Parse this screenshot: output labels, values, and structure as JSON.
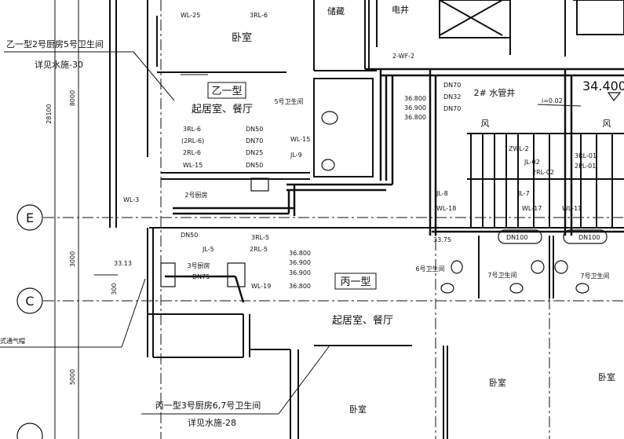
{
  "drawing": {
    "grid_axes": [
      "E",
      "C"
    ],
    "dimensions": {
      "total": "28100",
      "d1": "8000",
      "d2": "3000",
      "d3": "5000",
      "d4": "300"
    },
    "elevations": {
      "roof": "34.400",
      "e1": "33.13",
      "e2": "33.75"
    },
    "rooms": {
      "bedroom_top": "卧室",
      "storage": "储藏",
      "elec_shaft": "电井",
      "type_b": "乙一型",
      "living_b": "起居室、餐厅",
      "bath5": "5号卫生间",
      "kitchen2": "2号厨房",
      "kitchen3": "3号厨房",
      "type_c": "丙一型",
      "living_c": "起居室、餐厅",
      "bath6": "6号卫生间",
      "bath7a": "7号卫生间",
      "bath7b": "7号卫生间",
      "bedroom_c1": "卧室",
      "bedroom_c2": "卧室",
      "bedroom_c3": "卧室",
      "water_shaft": "2# 水管井",
      "wind1": "风",
      "wind2": "风"
    },
    "notes": {
      "ref_b_title": "乙一型2号厨房5号卫生间",
      "ref_b_see": "详见水施-30",
      "ref_c_title": "丙一型3号厨房6,7号卫生间",
      "ref_c_see": "详见水施-28",
      "vent_cap": "式通气帽",
      "slope": "i=0.02"
    },
    "pipes": {
      "wl25": "WL-25",
      "rl6_top": "3RL-6",
      "rl6": "3RL-6",
      "rl6b": "(2RL-6)",
      "rl6c": "2RL-6",
      "wl15": "WL-15",
      "dn50a": "DN50",
      "dn70": "DN70",
      "dn25": "DN25",
      "dn50b": "DN50",
      "wl15b": "WL-15",
      "jl9": "JL-9",
      "wl3": "WL-3",
      "wf2": "2-WF-2",
      "dn70a": "DN70",
      "dn32": "DN32",
      "dn70b": "DN70",
      "el1": "36.800",
      "el2": "36.900",
      "el3": "36.800",
      "zwl2": "ZWL-2",
      "jl02": "JL-02",
      "rl02": "2RL-02",
      "rl01": "3RL-01",
      "pl01": "2PL-01",
      "jl8": "JL-8",
      "wl18": "WL-18",
      "jl7": "JL-7",
      "wl17": "WL-17",
      "wl11": "WL-11",
      "dn50c": "DN50",
      "rl5a": "3RL-5",
      "rl5b": "2RL-5",
      "jl5": "JL-5",
      "dn75": "DN75",
      "wl19": "WL-19",
      "el4": "36.800",
      "el5": "36.900",
      "el6": "36.900",
      "el7": "36.800",
      "dn100a": "DN100",
      "dn100b": "DN100"
    }
  }
}
